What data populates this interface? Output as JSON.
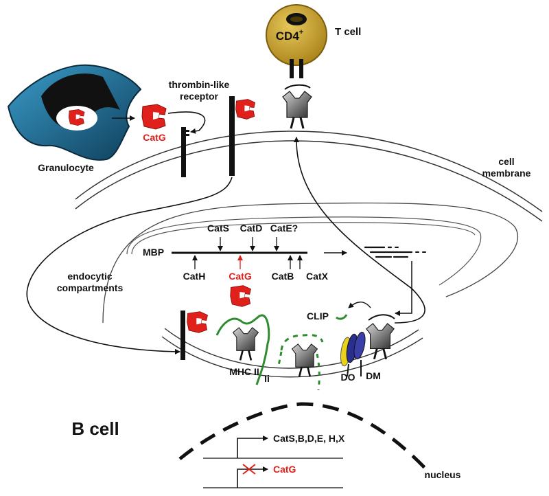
{
  "labels": {
    "tcell_marker": "CD4",
    "tcell_marker_sup": "+",
    "tcell": "T cell",
    "receptor_line1": "thrombin-like",
    "receptor_line2": "receptor",
    "granulocyte": "Granulocyte",
    "catg_secreted": "CatG",
    "membrane_line1": "cell",
    "membrane_line2": "membrane",
    "mbp": "MBP",
    "cleave_top": [
      "CatS",
      "CatD",
      "CatE?"
    ],
    "cleave_bottom": [
      "CatH",
      "CatG",
      "CatB",
      "CatX"
    ],
    "endo_line1": "endocytic",
    "endo_line2": "compartments",
    "clip": "CLIP",
    "mhc": "MHC II",
    "ii": "Ii",
    "do": "DO",
    "dm": "DM",
    "bcell": "B cell",
    "gene_expressed": "CatS,B,D,E, H,X",
    "gene_blocked": "CatG",
    "nucleus": "nucleus"
  },
  "colors": {
    "catg": "#e0201b",
    "tcell": "#c9a227",
    "granulocyte": "#1f6b93",
    "ii": "#2e8b2e",
    "do": "#e8d21a",
    "dm": "#2a2f8f"
  }
}
